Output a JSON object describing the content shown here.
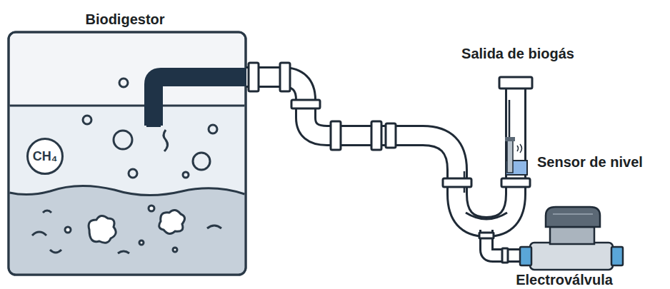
{
  "diagram": {
    "nodes": [
      {
        "text": [
          "CH₄"
        ]
      }
    ],
    "labels": [
      "Biodigestor",
      "Salida de biogás",
      "Sensor de nivel",
      "Electroválvula"
    ]
  }
}
